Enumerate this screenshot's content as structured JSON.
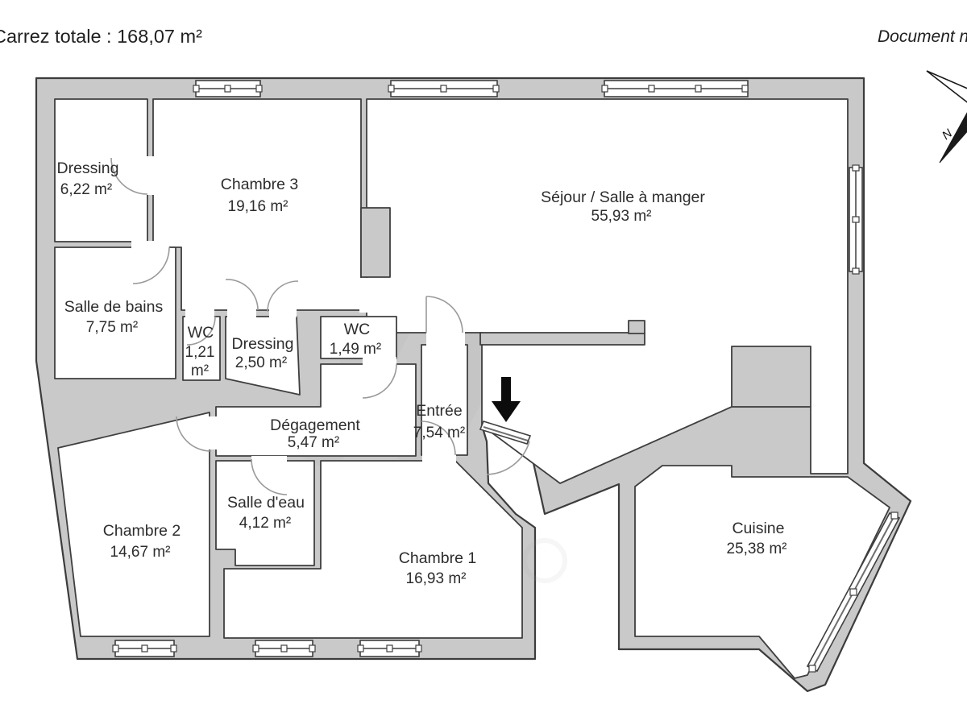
{
  "header": {
    "total_label": "Carrez totale : 168,07 m²",
    "note_right": "Document n"
  },
  "compass": {
    "north_label": "N"
  },
  "icons": {
    "compass": "compass-rose-icon",
    "entrance_arrow": "arrow-down-icon"
  },
  "rooms": {
    "dressing_tl": {
      "name": "Dressing",
      "area": "6,22 m²"
    },
    "chambre3": {
      "name": "Chambre 3",
      "area": "19,16 m²"
    },
    "sejour": {
      "name": "Séjour / Salle à manger",
      "area": "55,93 m²"
    },
    "salle_de_bains": {
      "name": "Salle de bains",
      "area": "7,75 m²"
    },
    "wc_petit": {
      "name": "WC",
      "area_line1": "1,21",
      "area_line2": "m²"
    },
    "dressing_2": {
      "name": "Dressing",
      "area": "2,50 m²"
    },
    "wc_entree": {
      "name": "WC",
      "area": "1,49 m²"
    },
    "entree": {
      "name": "Entrée",
      "area": "7,54 m²"
    },
    "degagement": {
      "name": "Dégagement",
      "area": "5,47 m²"
    },
    "chambre2": {
      "name": "Chambre 2",
      "area": "14,67 m²"
    },
    "salle_deau": {
      "name": "Salle d'eau",
      "area": "4,12 m²"
    },
    "chambre1": {
      "name": "Chambre 1",
      "area": "16,93 m²"
    },
    "cuisine": {
      "name": "Cuisine",
      "area": "25,38 m²"
    }
  },
  "colors": {
    "wall_fill": "#c9c9c9",
    "wall_stroke": "#3c3c3c",
    "room_fill": "#ffffff",
    "door_stroke": "#9a9a9a",
    "text": "#2d2d2d",
    "arrow": "#0c0c0c"
  }
}
